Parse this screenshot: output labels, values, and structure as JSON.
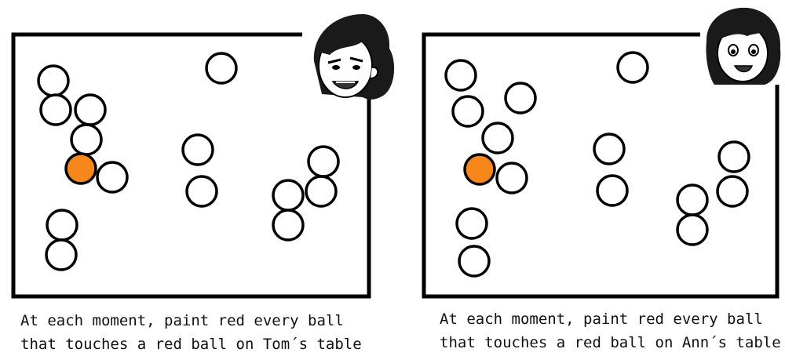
{
  "panels": [
    {
      "character": "Tom",
      "caption_line1": "At each moment, paint red every ball",
      "caption_line2": "that touches a red ball on Tom´s table",
      "red_ball_index": 5
    },
    {
      "character": "Ann",
      "caption_line1": "At each moment, paint red every ball",
      "caption_line2": "that touches a red ball on Ann´s table",
      "red_ball_index": 5
    }
  ],
  "colors": {
    "red_ball": "#f7861b",
    "outline": "#000000",
    "hair": "#1a1a1a",
    "skin": "#ffffff"
  }
}
